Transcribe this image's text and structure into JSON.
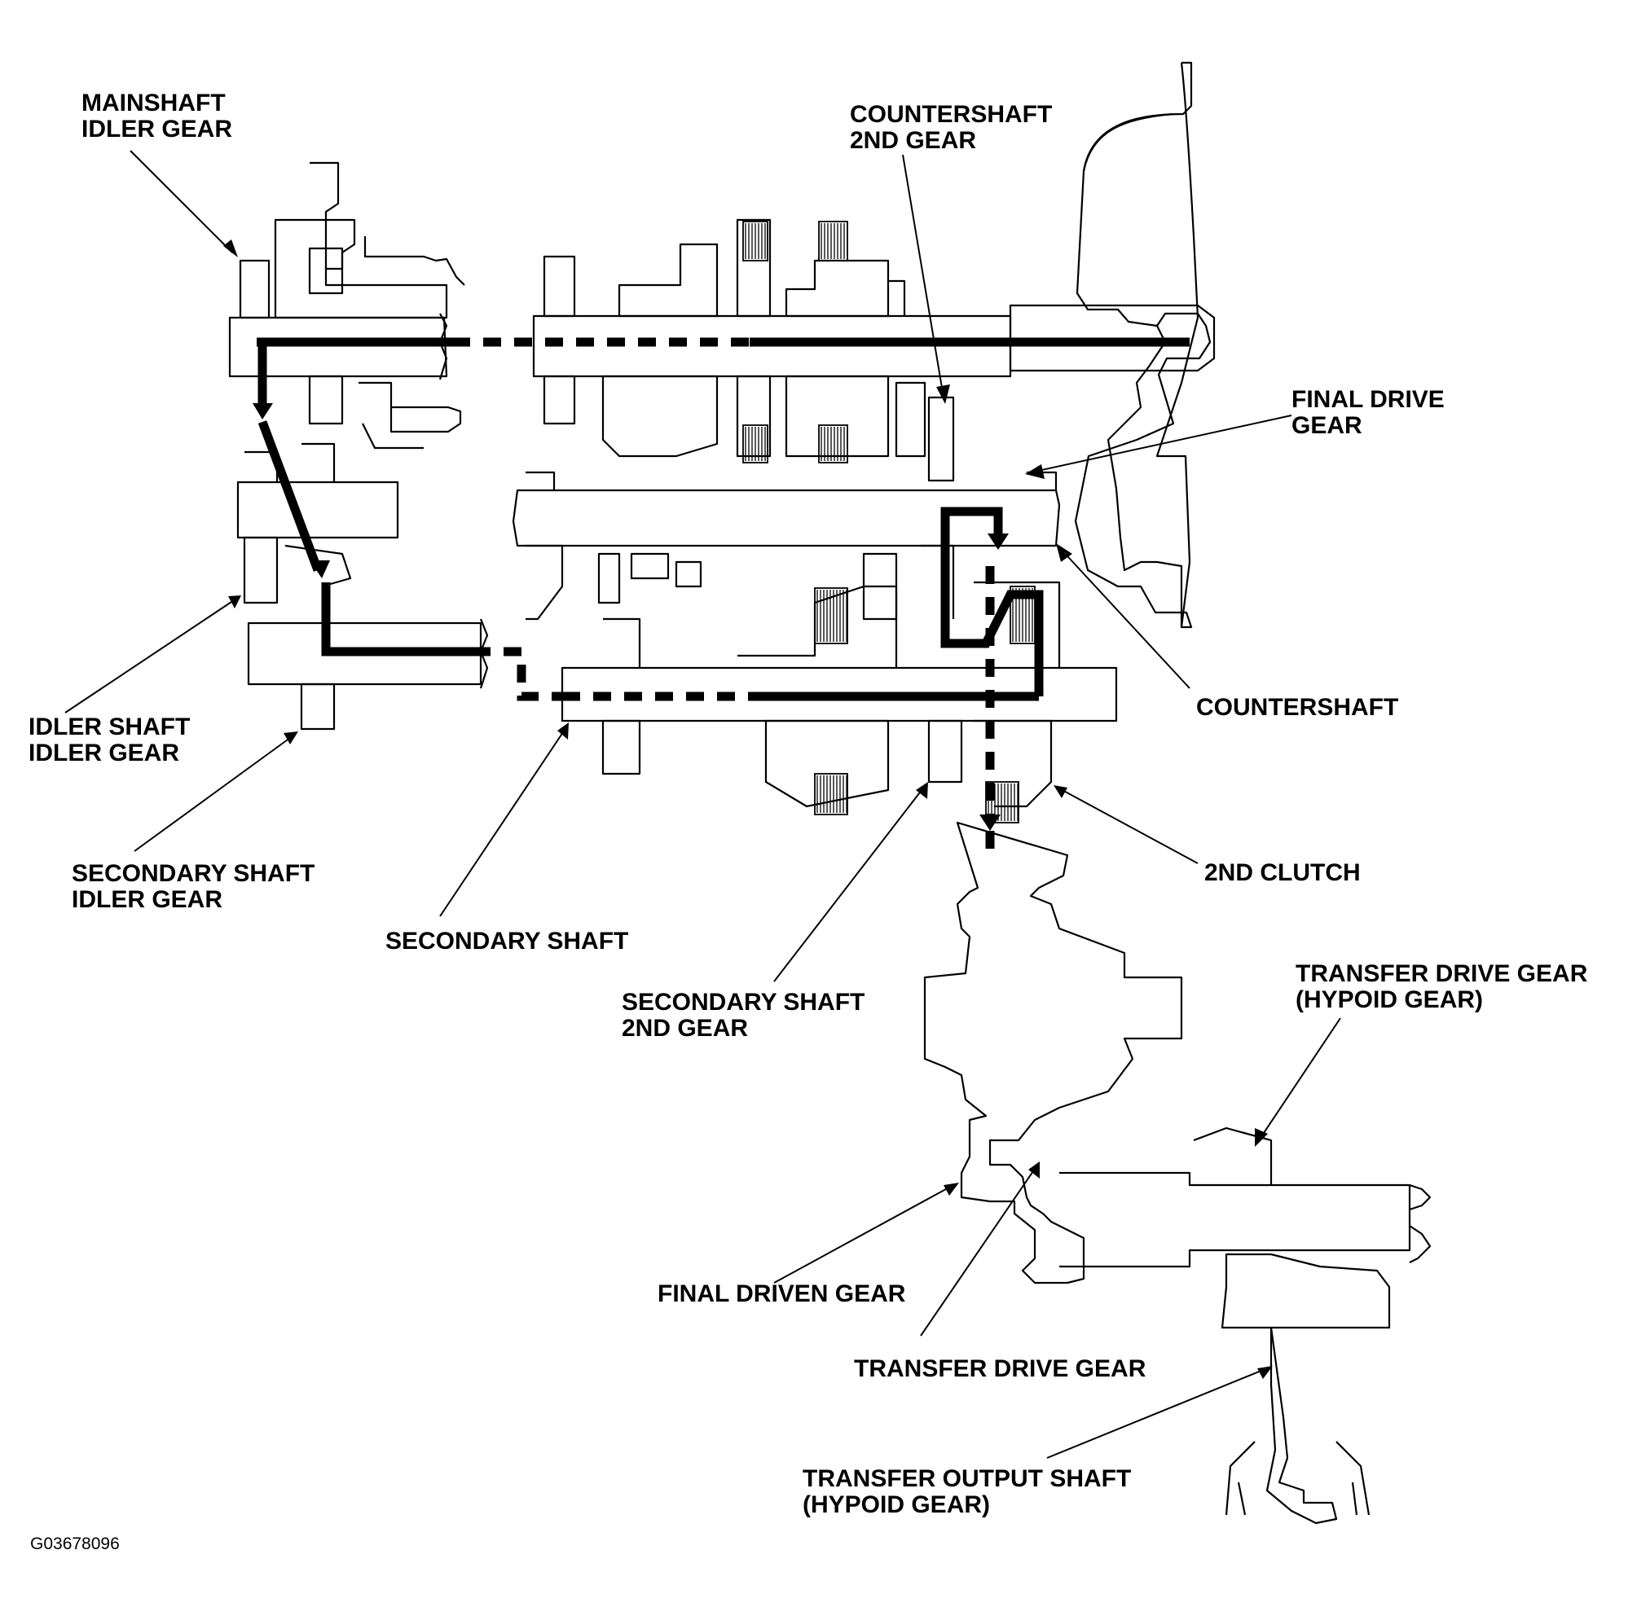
{
  "labels": {
    "mainshaft_idler_gear": [
      "MAINSHAFT",
      "IDLER GEAR"
    ],
    "countershaft_2nd_gear": [
      "COUNTERSHAFT",
      "2ND GEAR"
    ],
    "final_drive_gear": [
      "FINAL DRIVE",
      "GEAR"
    ],
    "countershaft": [
      "COUNTERSHAFT"
    ],
    "idler_shaft_idler_gear": [
      "IDLER SHAFT",
      "IDLER GEAR"
    ],
    "secondary_shaft_idler_gear": [
      "SECONDARY SHAFT",
      "IDLER GEAR"
    ],
    "secondary_shaft": [
      "SECONDARY SHAFT"
    ],
    "secondary_shaft_2nd_gear": [
      "SECONDARY SHAFT",
      "2ND GEAR"
    ],
    "second_clutch": [
      "2ND CLUTCH"
    ],
    "transfer_drive_gear_hypoid": [
      "TRANSFER DRIVE GEAR",
      "(HYPOID GEAR)"
    ],
    "final_driven_gear": [
      "FINAL DRIVEN GEAR"
    ],
    "transfer_drive_gear": [
      "TRANSFER DRIVE GEAR"
    ],
    "transfer_output_shaft": [
      "TRANSFER OUTPUT SHAFT",
      "(HYPOID GEAR)"
    ]
  },
  "figure_code": "G03678096"
}
